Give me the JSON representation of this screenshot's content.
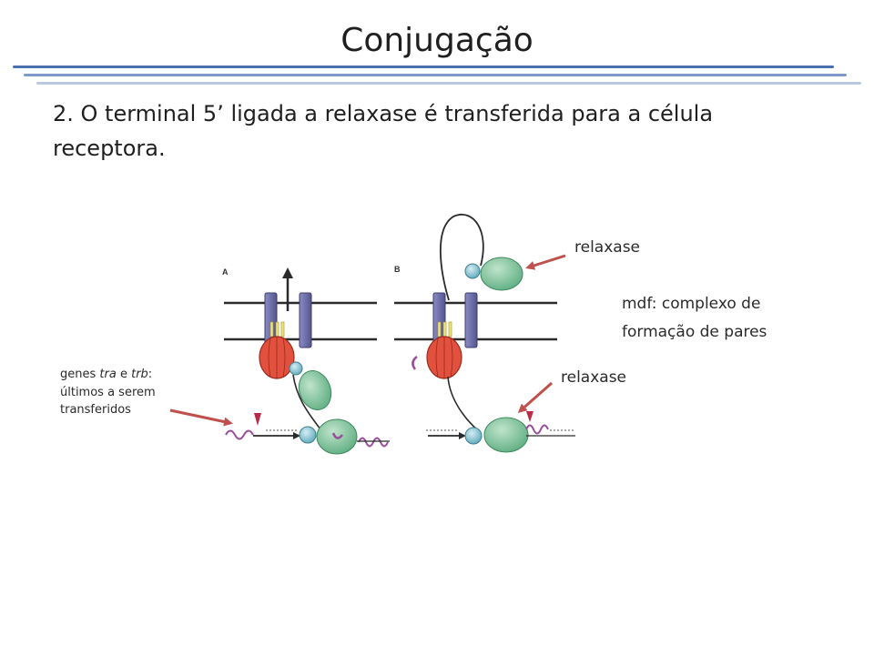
{
  "title": "Conjugação",
  "subtitle": "2. O terminal 5’ ligada a relaxase é transferida para a célula receptora.",
  "panels": {
    "a": "A",
    "b": "B"
  },
  "labels": {
    "relaxase_top": "relaxase",
    "mdf_line1": "mdf: complexo de",
    "mdf_line2": "formação de pares",
    "relaxase_bottom": "relaxase",
    "genes_prefix": "genes ",
    "genes_tra": "tra",
    "genes_and": " e ",
    "genes_trb": "trb",
    "genes_colon": ":",
    "genes_line2": "últimos a serem",
    "genes_line3": "transferidos"
  },
  "colors": {
    "title_rule_dark": "#4a6faf",
    "title_rule_light": "#aebfdc",
    "membrane_protein": "#6b6ba8",
    "coupling_protein": "#e2503e",
    "relaxase": "#7cc39a",
    "primase_small": "#7bbfd0",
    "transfer_gene_wave": "#9a4b9c",
    "pointer_arrow": "#c0504d",
    "nick_triangle": "#b82a4a"
  }
}
